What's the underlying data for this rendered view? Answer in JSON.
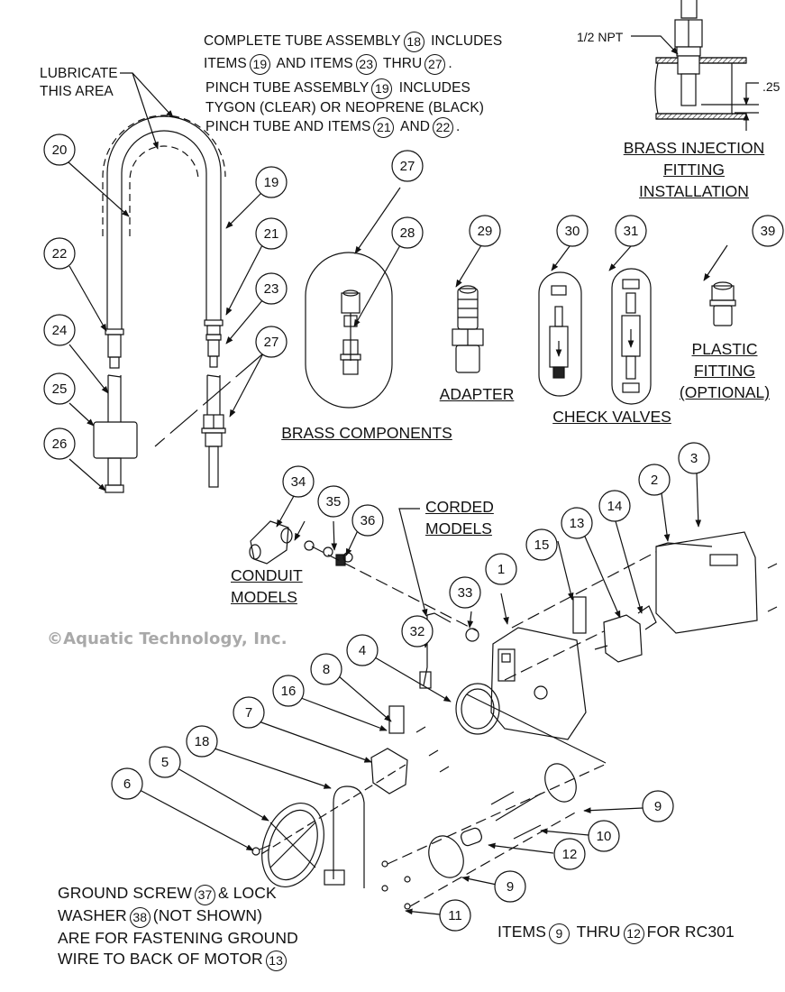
{
  "notes": {
    "complete_tube": {
      "line1_a": "COMPLETE TUBE ASSEMBLY",
      "ref1": "18",
      "line1_b": "INCLUDES",
      "line2_a": "ITEMS",
      "ref2": "19",
      "line2_b": "AND ITEMS",
      "ref3": "23",
      "line2_c": "THRU",
      "ref4": "27",
      "line2_d": "."
    },
    "pinch_tube": {
      "line1_a": "PINCH TUBE ASSEMBLY",
      "ref1": "19",
      "line1_b": "INCLUDES",
      "line2": "TYGON (CLEAR) OR NEOPRENE (BLACK)",
      "line3_a": "PINCH TUBE AND ITEMS",
      "ref2": "21",
      "line3_b": "AND",
      "ref3": "22",
      "line3_c": "."
    },
    "lubricate": {
      "line1": "LUBRICATE",
      "line2": "THIS AREA"
    },
    "ground": {
      "line1_a": "GROUND SCREW",
      "ref1": "37",
      "line1_b": "& LOCK",
      "line2_a": "WASHER",
      "ref2": "38",
      "line2_b": "(NOT SHOWN)",
      "line3": "ARE FOR FASTENING GROUND",
      "line4_a": "WIRE TO BACK OF MOTOR",
      "ref3": "13"
    },
    "rc301": {
      "a": "ITEMS",
      "ref1": "9",
      "b": "THRU",
      "ref2": "12",
      "c": "FOR RC301"
    }
  },
  "injection_fitting": {
    "thread_label": "1/2 NPT",
    "dimension": ".25",
    "title_line1": "BRASS INJECTION",
    "title_line2": "FITTING",
    "title_line3": "INSTALLATION"
  },
  "section_titles": {
    "brass_components": "BRASS COMPONENTS",
    "adapter": "ADAPTER",
    "check_valves": "CHECK VALVES",
    "plastic_fitting_1": "PLASTIC",
    "plastic_fitting_2": "FITTING",
    "plastic_fitting_3": "(OPTIONAL)",
    "conduit_1": "CONDUIT",
    "conduit_2": "MODELS",
    "corded_1": "CORDED",
    "corded_2": "MODELS"
  },
  "watermark": "©Aquatic Technology, Inc.",
  "callouts": [
    "1",
    "2",
    "3",
    "4",
    "5",
    "6",
    "7",
    "8",
    "9",
    "9",
    "10",
    "11",
    "12",
    "13",
    "14",
    "15",
    "16",
    "18",
    "19",
    "20",
    "21",
    "22",
    "23",
    "24",
    "25",
    "26",
    "27",
    "27",
    "28",
    "29",
    "30",
    "31",
    "32",
    "33",
    "34",
    "35",
    "36",
    "39"
  ]
}
